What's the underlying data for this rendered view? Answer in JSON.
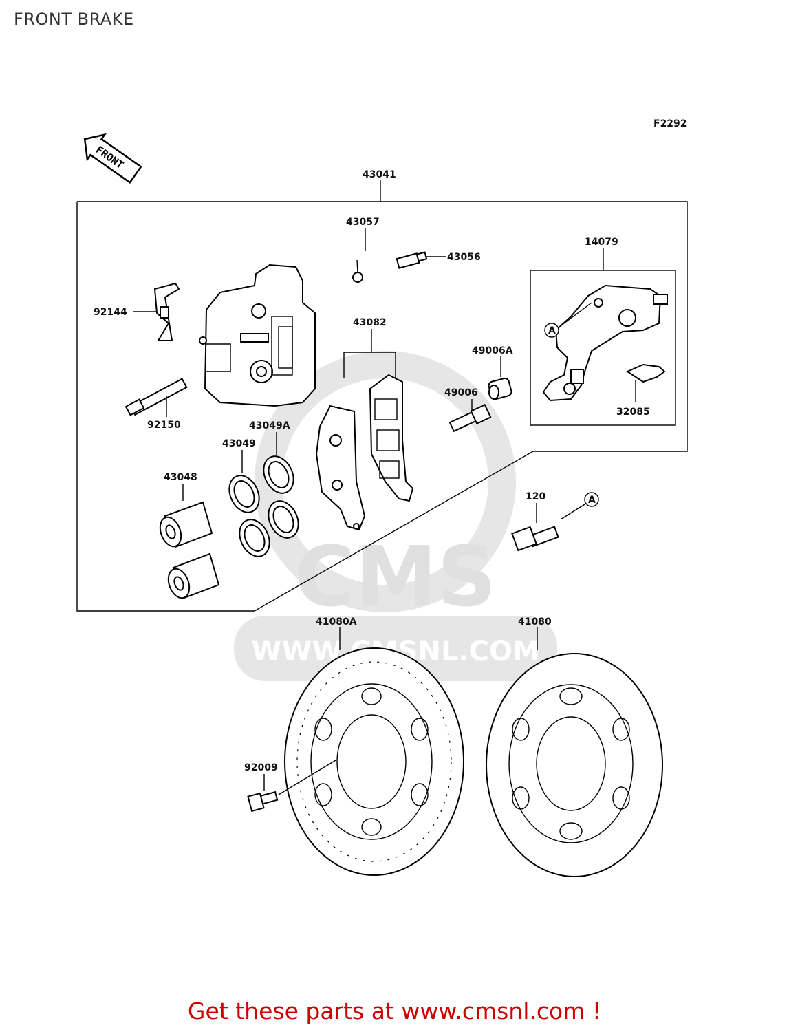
{
  "title": "FRONT BRAKE",
  "figure_code": "F2292",
  "front_arrow_label": "FRONT",
  "watermark": {
    "brand": "CMS",
    "url": "WWW.CMSNL.COM"
  },
  "callouts": {
    "c43041": "43041",
    "c43057": "43057",
    "c43056": "43056",
    "c14079": "14079",
    "c92144": "92144",
    "c43082": "43082",
    "c49006A": "49006A",
    "c49006": "49006",
    "c32085": "32085",
    "c92150": "92150",
    "c43049A": "43049A",
    "c43049": "43049",
    "c43048": "43048",
    "c120": "120",
    "c41080A": "41080A",
    "c41080": "41080",
    "c92009": "92009",
    "ref_a": "A"
  },
  "cta": "Get these parts at www.cmsnl.com !"
}
